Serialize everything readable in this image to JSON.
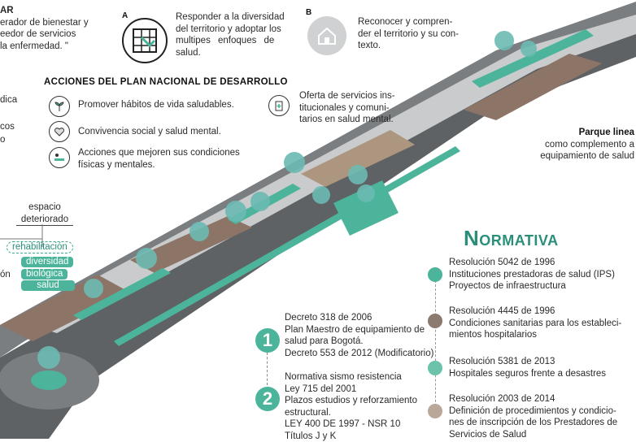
{
  "top_left_text": [
    "AR",
    "erador de bienestar y",
    "eedor de servicios",
    "la enfermedad. \""
  ],
  "item_a": {
    "letter": "A",
    "text": [
      "Responder a la diversidad",
      "del territorio y adoptar los",
      "multipes enfoques de",
      "salud."
    ],
    "icon": "map-grid-icon"
  },
  "item_b": {
    "letter": "B",
    "text": [
      "Reconocer y compren-",
      "der el territorio y su con-",
      "texto."
    ],
    "icon": "house-leaf-icon"
  },
  "acciones": {
    "title": "ACCIONES DEL PLAN NACIONAL DE DESARROLLO",
    "items": [
      {
        "icon": "sprout-icon",
        "label": "Promover hábitos de vida saludables."
      },
      {
        "icon": "heart-hands-icon",
        "label": "Convivencia social y salud mental."
      },
      {
        "icon": "person-bed-icon",
        "label": "Acciones que mejoren sus condiciones físicas y mentales."
      }
    ],
    "oferta": {
      "icon": "clipboard-cross-icon",
      "text": [
        "Oferta de servicios ins-",
        "titucionales y comuni-",
        "tarios en salud mental."
      ]
    }
  },
  "left_fragments": [
    "dica",
    "cos",
    "o"
  ],
  "parque": {
    "title": "Parque linea",
    "text": [
      "como complemento a",
      "equipamiento de salud"
    ]
  },
  "tags": {
    "espacio": [
      "espacio",
      "deteriorado"
    ],
    "rehab": "rehabilitación",
    "diversidad": "diversidad",
    "biologica": "biológica",
    "salud": "salud",
    "on": "ón"
  },
  "decreto1": {
    "number": "1",
    "lines": [
      "Decreto 318 de 2006",
      "Plan Maestro de equipamiento de",
      "salud para Bogotá.",
      "Decreto 553 de 2012 (Modificatorio)"
    ]
  },
  "decreto2": {
    "number": "2",
    "lines": [
      "Normativa sismo resistencia",
      "Ley 715 del 2001",
      "Plazos estudios y reforzamiento",
      "estructural.",
      "LEY 400 DE 1997 - NSR 10",
      "Títulos J y K"
    ]
  },
  "normativa": {
    "title_first": "N",
    "title_rest": "ORMATIVA",
    "items": [
      {
        "color": "#4bb49a",
        "lines": [
          "Resolución 5042 de 1996",
          "Instituciones prestadoras de salud (IPS)",
          "Proyectos de infraestructura"
        ]
      },
      {
        "color": "#8a7a70",
        "lines": [
          "Resolución 4445 de 1996",
          "Condiciones sanitarias para los estableci-",
          "mientos hospitalarios"
        ]
      },
      {
        "color": "#6cc3ab",
        "lines": [
          "Resolución 5381 de 2013",
          "Hospitales seguros frente a desastres"
        ]
      },
      {
        "color": "#b9a79a",
        "lines": [
          "Resolución 2003 de 2014",
          "Definición de procedimientos y condicio-",
          "nes de inscripción de los Prestadores de",
          "Servicios de Salud"
        ]
      }
    ]
  }
}
